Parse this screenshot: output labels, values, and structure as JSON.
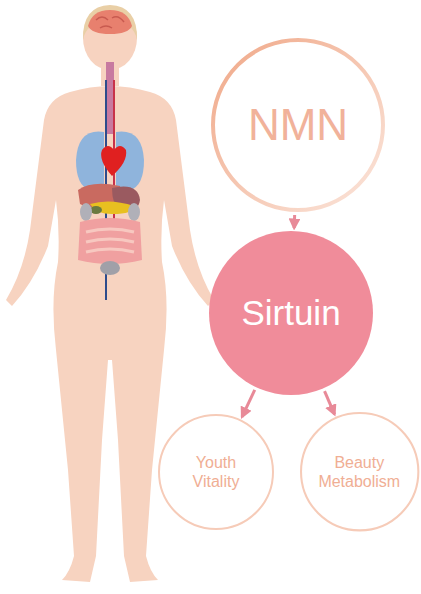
{
  "diagram": {
    "nodes": [
      {
        "text": [
          "NMN"
        ]
      },
      {
        "text": [
          "Sirtuin"
        ]
      },
      {
        "text": [
          "Youth Vitality"
        ]
      },
      {
        "text": [
          "Beauty Metabolism"
        ]
      }
    ],
    "edges": [
      {
        "from": 0,
        "to": 1,
        "arrow": "to"
      },
      {
        "from": 1,
        "to": 2,
        "arrow": "to"
      },
      {
        "from": 1,
        "to": 3,
        "arrow": "to"
      }
    ]
  }
}
